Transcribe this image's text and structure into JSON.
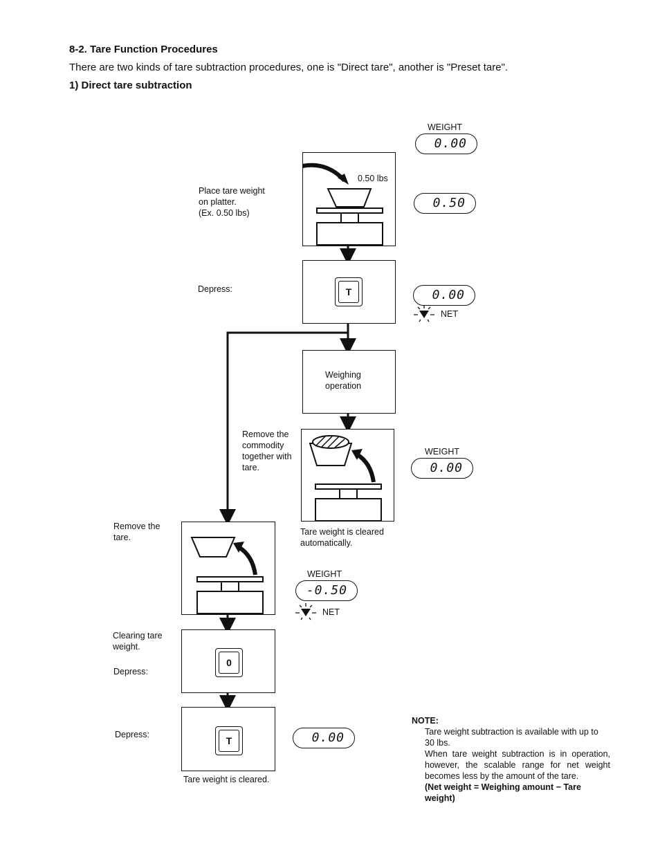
{
  "heading": "8-2. Tare Function Procedures",
  "intro": "There are two kinds of tare subtraction procedures, one is \"Direct tare\", another is \"Preset tare\".",
  "subheading": "1) Direct tare subtraction",
  "steps": {
    "place_label": "Place tare weight\non platter.\n(Ex. 0.50 lbs)",
    "tare_amount": "0.50 lbs",
    "depress_1": "Depress:",
    "weighing": "Weighing\noperation",
    "remove_commodity": "Remove the\ncommodity\ntogether with\ntare.",
    "tare_cleared_auto": "Tare weight is cleared\nautomatically.",
    "remove_tare": "Remove the\ntare.",
    "clearing": "Clearing tare\nweight.",
    "depress_2": "Depress:",
    "depress_3": "Depress:",
    "tare_cleared": "Tare weight is cleared."
  },
  "keys": {
    "tare": "T",
    "zero": "0"
  },
  "displays": {
    "weight_label": "WEIGHT",
    "net_label": "NET",
    "d1": "0.00",
    "d2": "0.50",
    "d3": "0.00",
    "d4": "0.00",
    "d5": "-0.50",
    "d6": "0.00"
  },
  "note": {
    "title": "NOTE:",
    "line1": "Tare weight subtraction is available with up to 30 lbs.",
    "line2": "When tare weight subtraction is in operation, however, the scalable range for net weight becomes less by the amount of the tare.",
    "line3": "(Net weight = Weighing amount − Tare weight)"
  }
}
